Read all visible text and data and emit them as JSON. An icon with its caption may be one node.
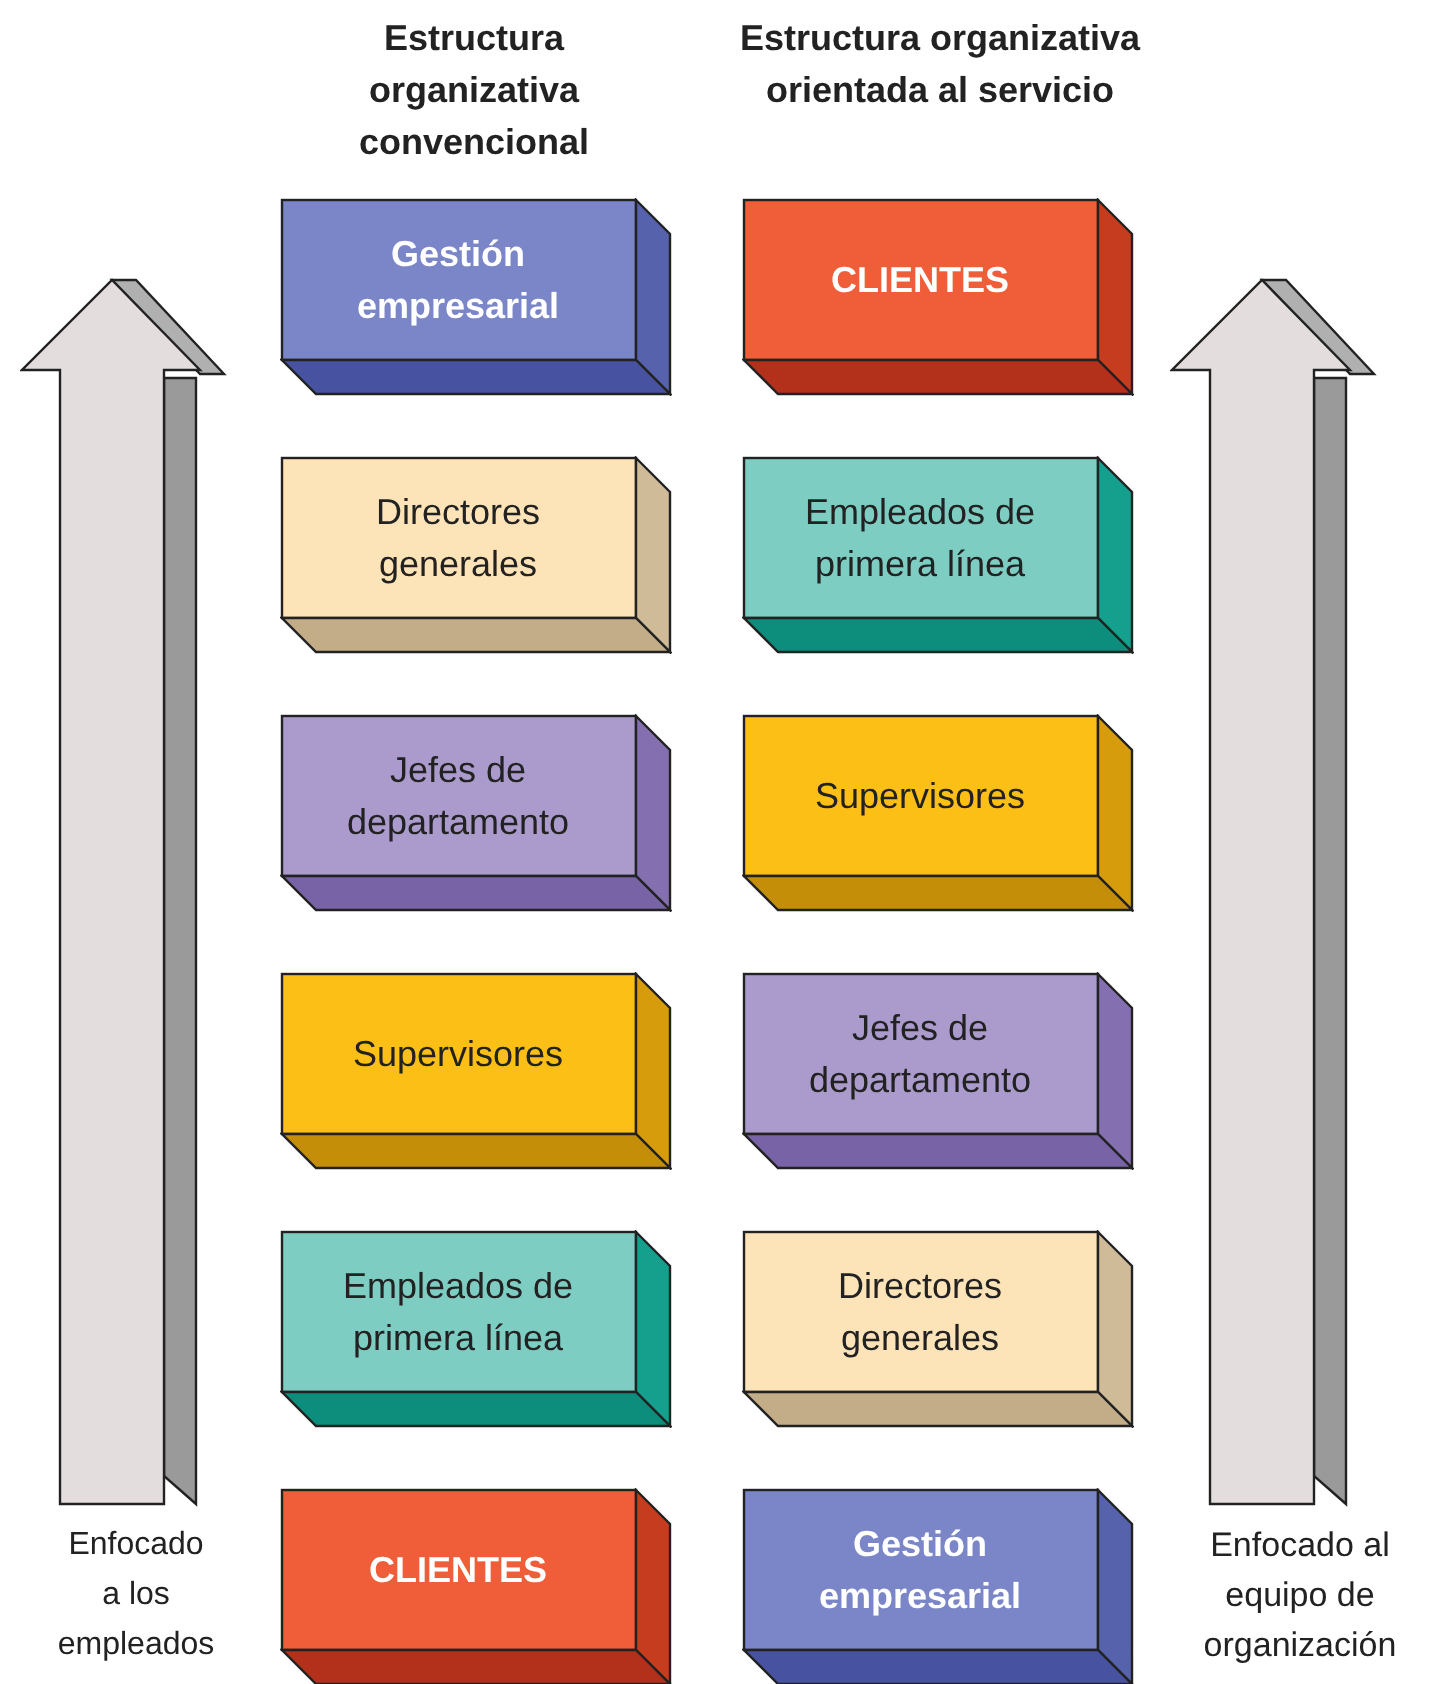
{
  "diagram": {
    "nodes": [
      {
        "text": [
          "Gestión empresarial"
        ]
      },
      {
        "text": [
          "Directores generales"
        ]
      },
      {
        "text": [
          "Jefes de departamento"
        ]
      },
      {
        "text": [
          "Supervisores"
        ]
      },
      {
        "text": [
          "Empleados de primera línea"
        ]
      },
      {
        "text": [
          "CLIENTES"
        ]
      },
      {
        "text": [
          "CLIENTES"
        ]
      },
      {
        "text": [
          "Empleados de primera línea"
        ]
      },
      {
        "text": [
          "Supervisores"
        ]
      },
      {
        "text": [
          "Jefes de departamento"
        ]
      },
      {
        "text": [
          "Directores generales"
        ]
      },
      {
        "text": [
          "Gestión empresarial"
        ]
      }
    ],
    "labels": [
      "Estructura organizativa convencional",
      "Estructura organizativa orientada al servicio",
      "Enfocado a los empleados",
      "Enfocado al equipo de organización"
    ]
  }
}
